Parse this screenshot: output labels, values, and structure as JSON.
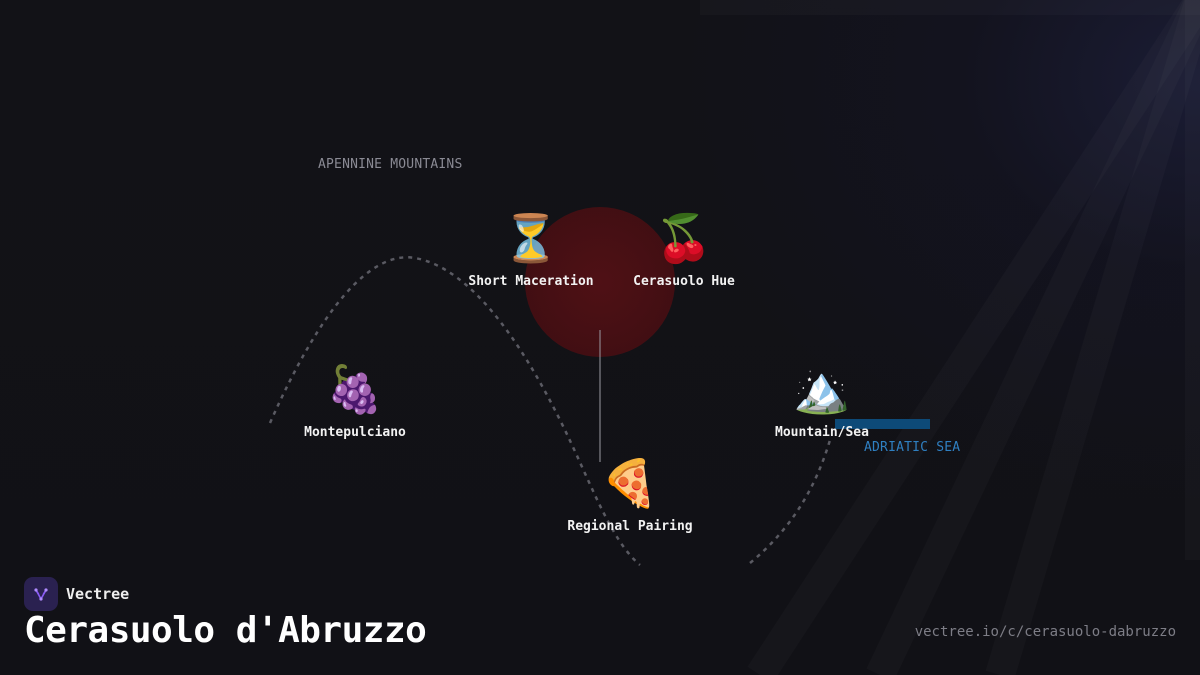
{
  "diagram": {
    "regions": {
      "mountains": "APENNINE MOUNTAINS",
      "sea": "ADRIATIC SEA"
    },
    "nodes": [
      {
        "id": "montepulciano",
        "icon": "🍇",
        "icon_name": "grapes-icon",
        "label": "Montepulciano"
      },
      {
        "id": "short-maceration",
        "icon": "⏳",
        "icon_name": "hourglass-icon",
        "label": "Short Maceration"
      },
      {
        "id": "cerasuolo-hue",
        "icon": "🍒",
        "icon_name": "cherries-icon",
        "label": "Cerasuolo Hue"
      },
      {
        "id": "mountain-sea",
        "icon": "🏔️",
        "icon_name": "snow-capped-mountain-icon",
        "label": "Mountain/Sea"
      },
      {
        "id": "regional-pairing",
        "icon": "🍕",
        "icon_name": "pizza-icon",
        "label": "Regional Pairing"
      }
    ],
    "colors": {
      "center_circle": "#6b1418",
      "sea_bar": "#0d4a78",
      "sea_text": "#2f7fc1",
      "dashed_path": "#5a5a62"
    }
  },
  "brand": {
    "name": "Vectree",
    "accent": "#8a5cf5"
  },
  "title": "Cerasuolo d'Abruzzo",
  "url": "vectree.io/c/cerasuolo-dabruzzo"
}
